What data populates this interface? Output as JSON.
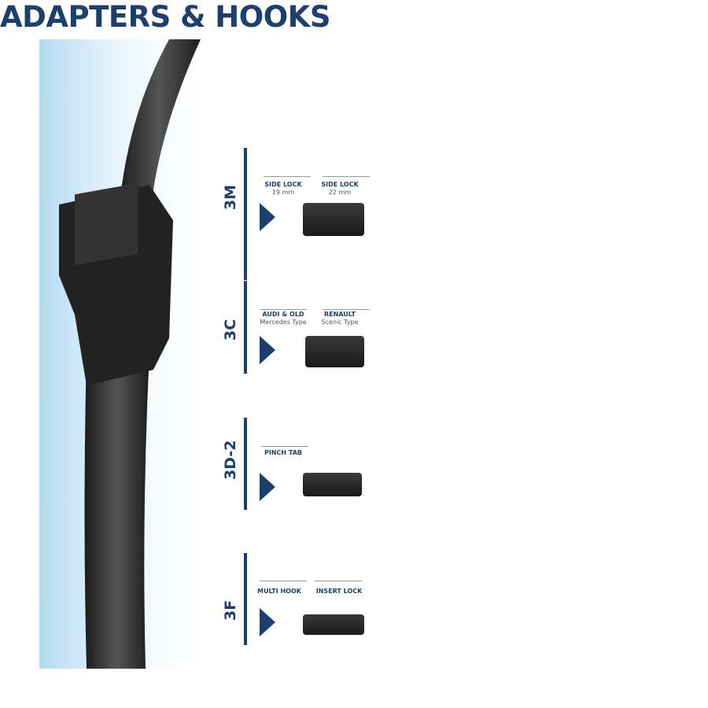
{
  "title": "ADAPTERS & HOOKS",
  "sections": [
    {
      "code": "3M",
      "types": [
        {
          "name": "SIDE LOCK",
          "sub": "19 mm"
        },
        {
          "name": "SIDE LOCK",
          "sub": "22 mm"
        }
      ]
    },
    {
      "code": "3C",
      "types": [
        {
          "name": "AUDI & OLD",
          "sub": "Mercedes Type"
        },
        {
          "name": "RENAULT",
          "sub": "Scenic Type"
        }
      ]
    },
    {
      "code": "3D-2",
      "types": [
        {
          "name": "PINCH TAB"
        }
      ]
    },
    {
      "code": "3F",
      "types": [
        {
          "name": "MULTI HOOK"
        },
        {
          "name": "INSERT LOCK"
        }
      ]
    }
  ],
  "colors": {
    "accent": "#1d3f6e"
  }
}
